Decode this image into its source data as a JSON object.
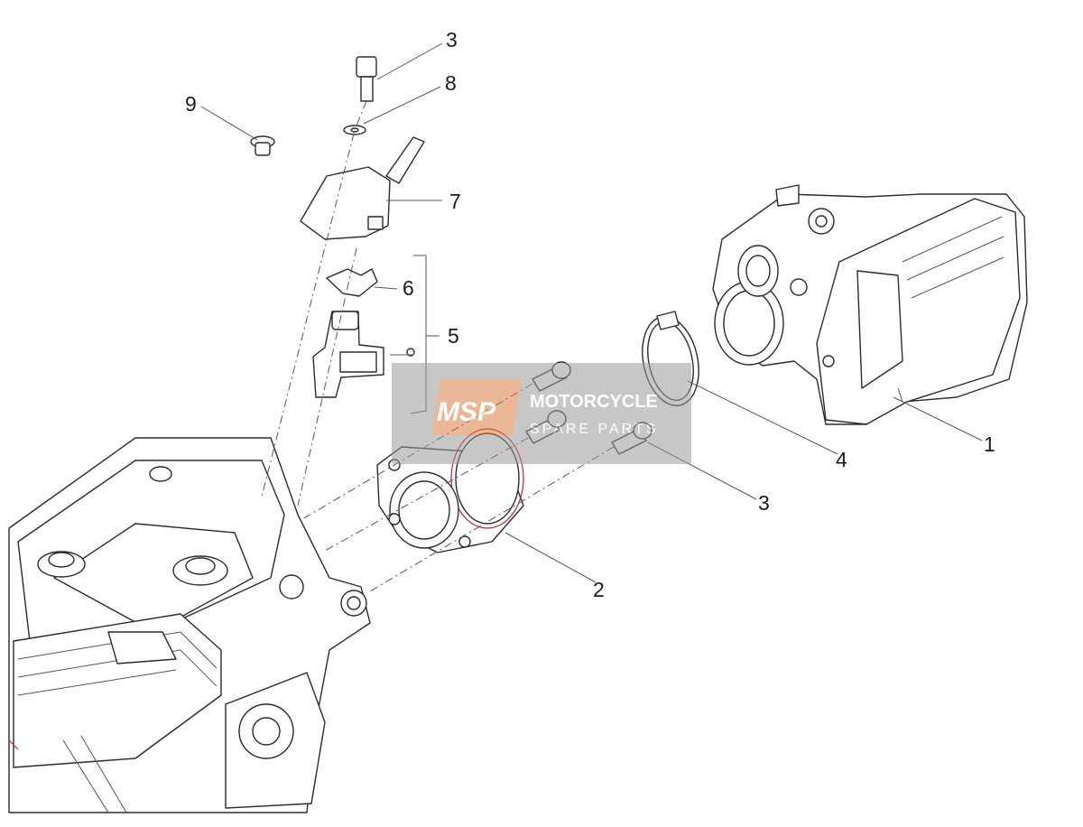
{
  "callouts": {
    "c1": "1",
    "c2": "2",
    "c3a": "3",
    "c3b": "3",
    "c4": "4",
    "c5": "5",
    "c6": "6",
    "c7": "7",
    "c8": "8",
    "c9": "9"
  },
  "watermark": {
    "logo": "MSP",
    "line1": "MOTORCYCLE",
    "line2": "SPARE PARTS",
    "colors": {
      "box": "#9a9a9a",
      "logo": "#e8782a"
    }
  }
}
